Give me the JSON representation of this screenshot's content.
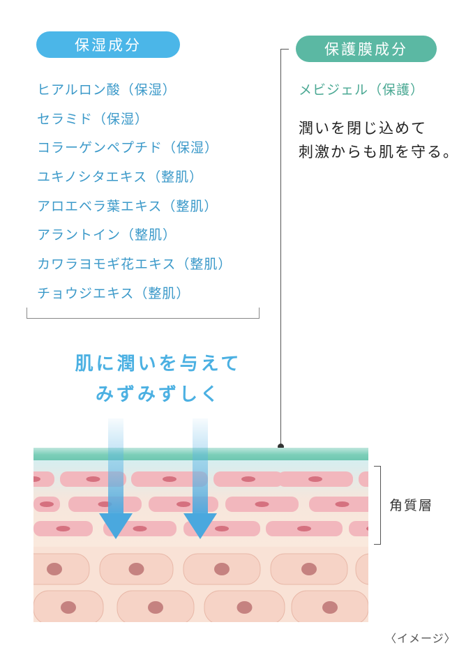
{
  "left_panel": {
    "badge": "保湿成分",
    "ingredients": [
      "ヒアルロン酸（保湿）",
      "セラミド（保湿）",
      "コラーゲンペプチド（保湿）",
      "ユキノシタエキス（整肌）",
      "アロエベラ葉エキス（整肌）",
      "アラントイン（整肌）",
      "カワラヨモギ花エキス（整肌）",
      "チョウジエキス（整肌）"
    ]
  },
  "right_panel": {
    "badge": "保護膜成分",
    "ingredient": "メビジェル（保護）",
    "description_lines": [
      "潤いを閉じ込めて",
      "刺激からも肌を守る。"
    ]
  },
  "headline": {
    "line1": "肌に潤いを与えて",
    "line2": "みずみずしく"
  },
  "layer_label": "角質層",
  "caption": "〈イメージ〉",
  "colors": {
    "moisture_blue": "#4bb6e8",
    "protect_green": "#5bb8a3",
    "cell_pink": "#f2b7bd",
    "nucleus": "#d5717f",
    "lower_cell": "#f6d3c6",
    "arrow": "#5ab4e5"
  },
  "icons": [
    "down-arrow-icon",
    "down-arrow-icon"
  ]
}
